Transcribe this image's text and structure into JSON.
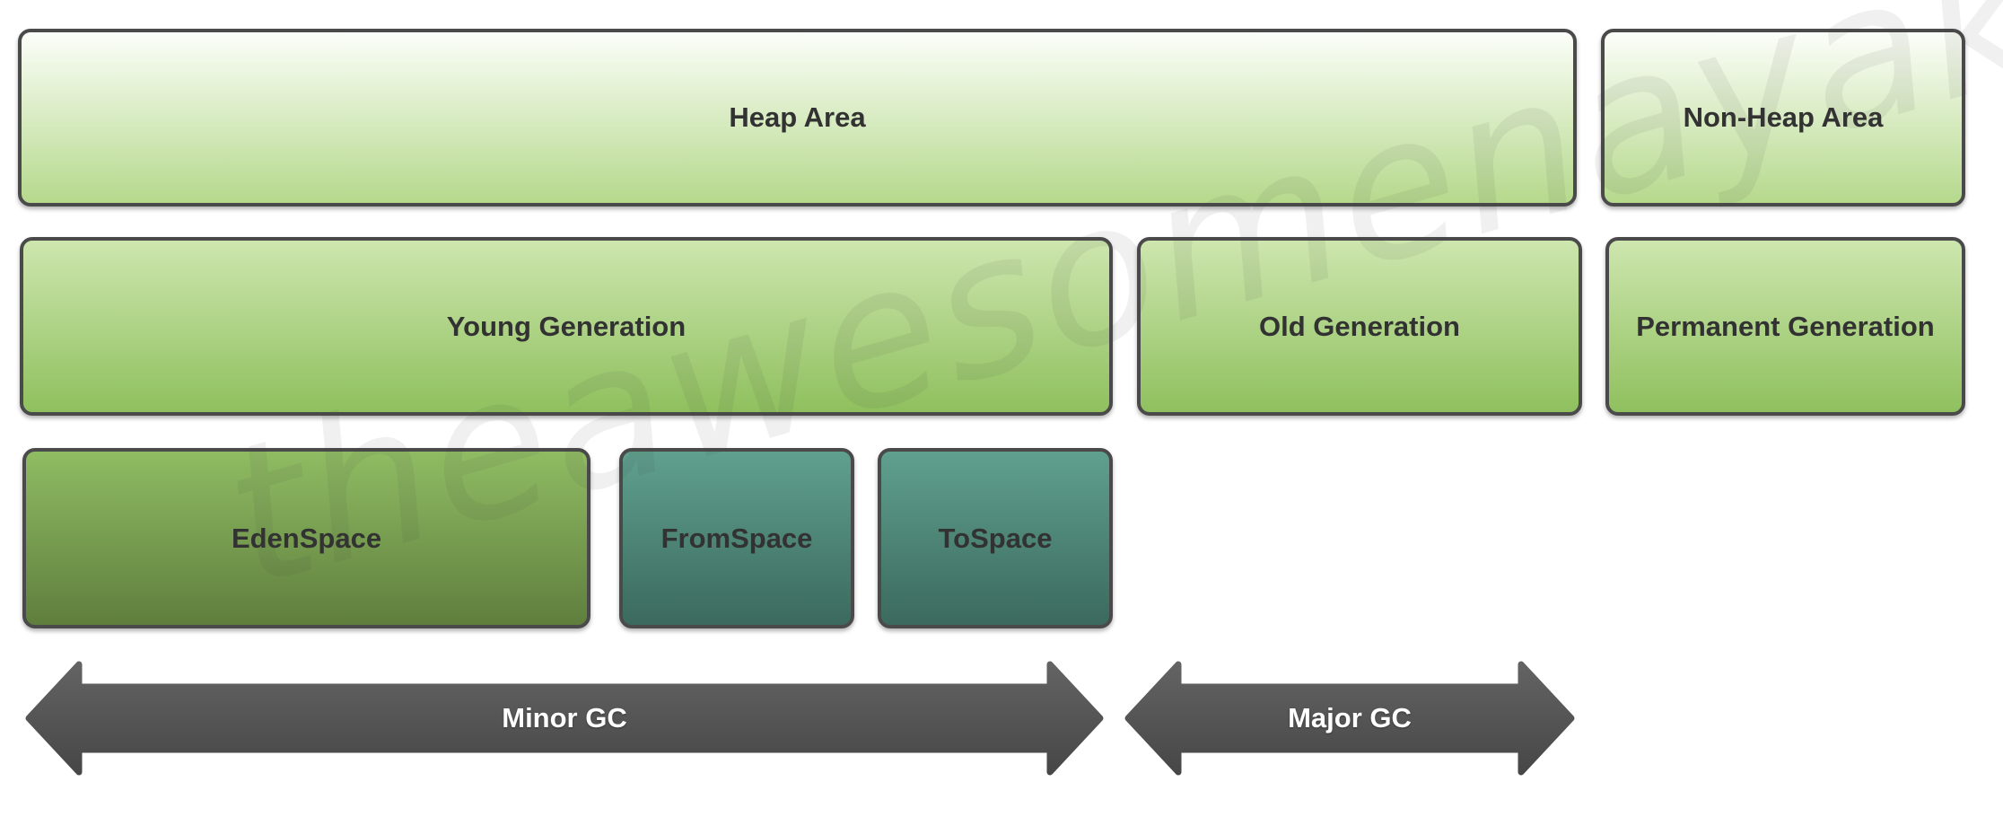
{
  "watermark": {
    "text": "theawesomenayak"
  },
  "boxes": {
    "heap": {
      "label": "Heap Area"
    },
    "non_heap": {
      "label": "Non-Heap Area"
    },
    "young": {
      "label": "Young Generation"
    },
    "old": {
      "label": "Old Generation"
    },
    "permanent": {
      "label": "Permanent Generation"
    },
    "eden": {
      "label": "EdenSpace"
    },
    "from_space": {
      "label": "FromSpace"
    },
    "to_space": {
      "label": "ToSpace"
    }
  },
  "arrows": {
    "minor": {
      "label": "Minor GC"
    },
    "major": {
      "label": "Major GC"
    }
  },
  "colors": {
    "box_border": "#4a4a4a",
    "label_text": "#323232",
    "arrow_text": "#ffffff",
    "heap_top": "#fcfef9",
    "heap_bottom": "#b5d98c",
    "gen_top": "#cde6ae",
    "gen_bottom": "#8fc05e",
    "eden_top": "#8fbc63",
    "eden_bottom": "#5f7e3d",
    "survivor_top": "#60a08e",
    "survivor_bottom": "#3b6a5d",
    "arrow_top": "#636363",
    "arrow_bottom": "#474747",
    "watermark_color": "rgba(60,60,60,0.08)"
  }
}
